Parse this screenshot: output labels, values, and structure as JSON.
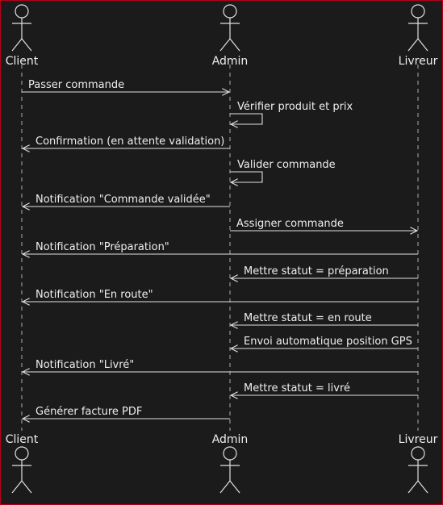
{
  "diagram": {
    "type": "sequence",
    "colors": {
      "background": "#1b1b1b",
      "border": "#b3001b",
      "line": "#e0e0e0",
      "text": "#eeeeee"
    },
    "actors": [
      {
        "id": "client",
        "name": "Client"
      },
      {
        "id": "admin",
        "name": "Admin"
      },
      {
        "id": "livreur",
        "name": "Livreur"
      }
    ],
    "messages": [
      {
        "from": "client",
        "to": "admin",
        "text": "Passer commande"
      },
      {
        "from": "admin",
        "to": "admin",
        "text": "Vérifier produit et prix"
      },
      {
        "from": "admin",
        "to": "client",
        "text": "Confirmation (en attente validation)"
      },
      {
        "from": "admin",
        "to": "admin",
        "text": "Valider commande"
      },
      {
        "from": "admin",
        "to": "client",
        "text": "Notification \"Commande validée\""
      },
      {
        "from": "admin",
        "to": "livreur",
        "text": "Assigner commande"
      },
      {
        "from": "livreur",
        "to": "client",
        "text": "Notification \"Préparation\""
      },
      {
        "from": "livreur",
        "to": "admin",
        "text": "Mettre statut = préparation"
      },
      {
        "from": "livreur",
        "to": "client",
        "text": "Notification \"En route\""
      },
      {
        "from": "livreur",
        "to": "admin",
        "text": "Mettre statut = en route"
      },
      {
        "from": "livreur",
        "to": "admin",
        "text": "Envoi automatique position GPS"
      },
      {
        "from": "livreur",
        "to": "client",
        "text": "Notification \"Livré\""
      },
      {
        "from": "livreur",
        "to": "admin",
        "text": "Mettre statut = livré"
      },
      {
        "from": "admin",
        "to": "client",
        "text": "Générer facture PDF"
      }
    ]
  }
}
